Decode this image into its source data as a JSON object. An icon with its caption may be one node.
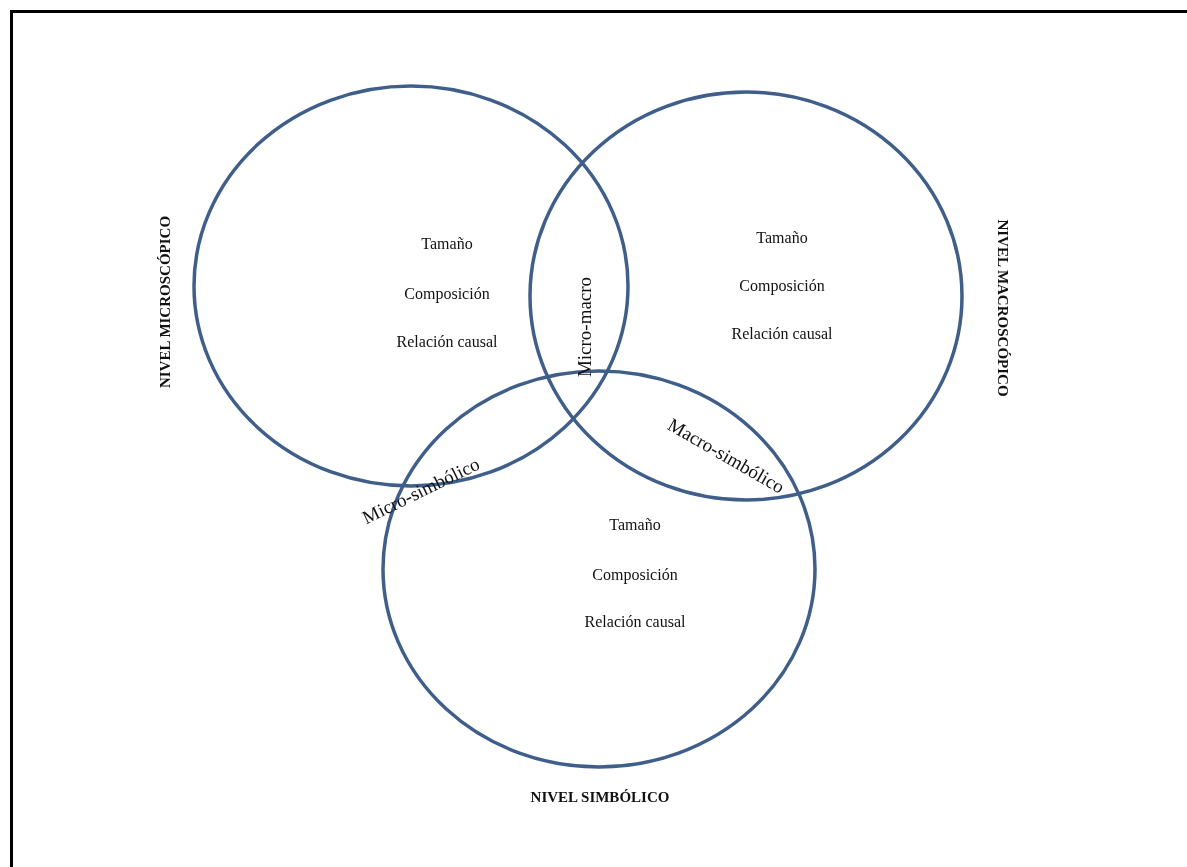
{
  "diagram": {
    "nodes": [
      {
        "text": [
          "NIVEL MICROSCÓPICO",
          "Tamaño",
          "Composición",
          "Relación causal"
        ]
      },
      {
        "text": [
          "NIVEL MACROSCÓPICO",
          "Tamaño",
          "Composición",
          "Relación causal"
        ]
      },
      {
        "text": [
          "Tamaño",
          "Composición",
          "Relación causal",
          "NIVEL SIMBÓLICO"
        ]
      }
    ],
    "labels": [
      "Micro-macro",
      "Micro-simbólico",
      "Macro-simbólico"
    ]
  }
}
